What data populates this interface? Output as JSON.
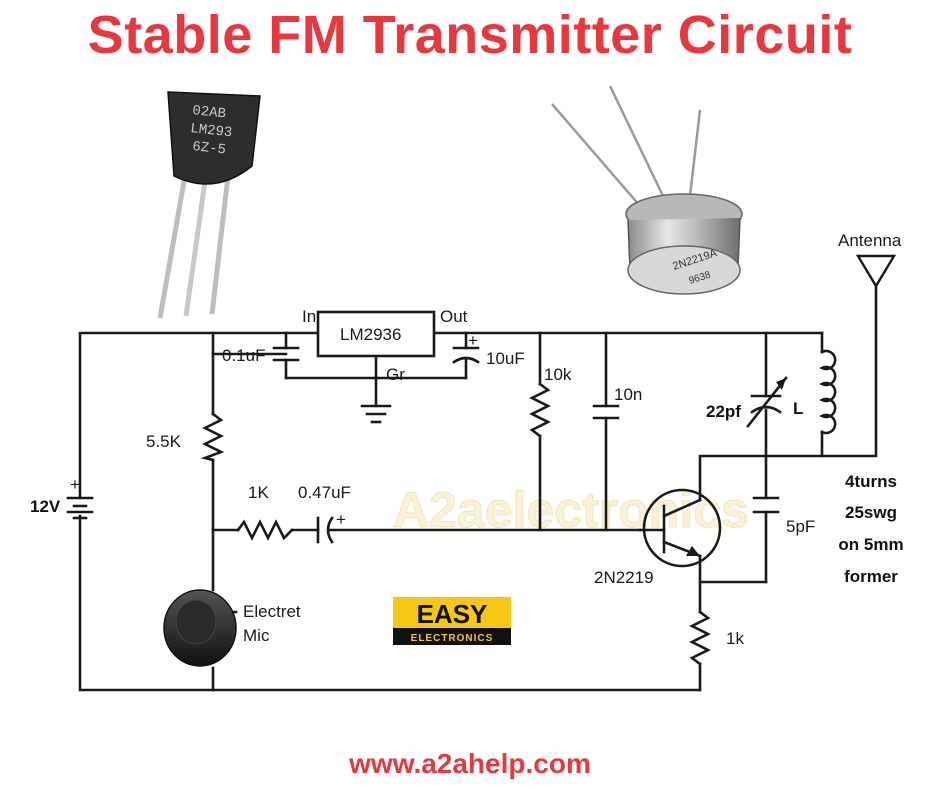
{
  "title": "Stable FM Transmitter Circuit",
  "footer": "www.a2ahelp.com",
  "watermark": "A2aelectronics",
  "logo": {
    "top": "EASY",
    "bottom": "ELECTRONICS"
  },
  "colors": {
    "title": "#e8383d",
    "logo_bg": "#f4c814",
    "logo_band": "#111111"
  },
  "photos": {
    "regulator_marking": [
      "02AB",
      "LM293",
      "6Z-5"
    ],
    "transistor_marking": [
      "2N2219A",
      "9638"
    ]
  },
  "labels": {
    "regulator": "LM2936",
    "reg_in": "In",
    "reg_out": "Out",
    "reg_gnd": "Gr",
    "cap_in": "0.1uF",
    "cap_out": "10uF",
    "res_bias_top": "10k",
    "cap_10n": "10n",
    "res_5k5": "5.5K",
    "res_1k_in": "1K",
    "cap_047": "0.47uF",
    "battery": "12V",
    "mic_line1": "Electret",
    "mic_line2": "Mic",
    "transistor": "2N2219",
    "res_emitter": "1k",
    "trimmer": "22pf",
    "inductor": "L",
    "cap_5pf": "5pF",
    "antenna": "Antenna",
    "plus": "+"
  },
  "coil_note": [
    "4turns",
    "25swg",
    "on 5mm",
    "former"
  ]
}
